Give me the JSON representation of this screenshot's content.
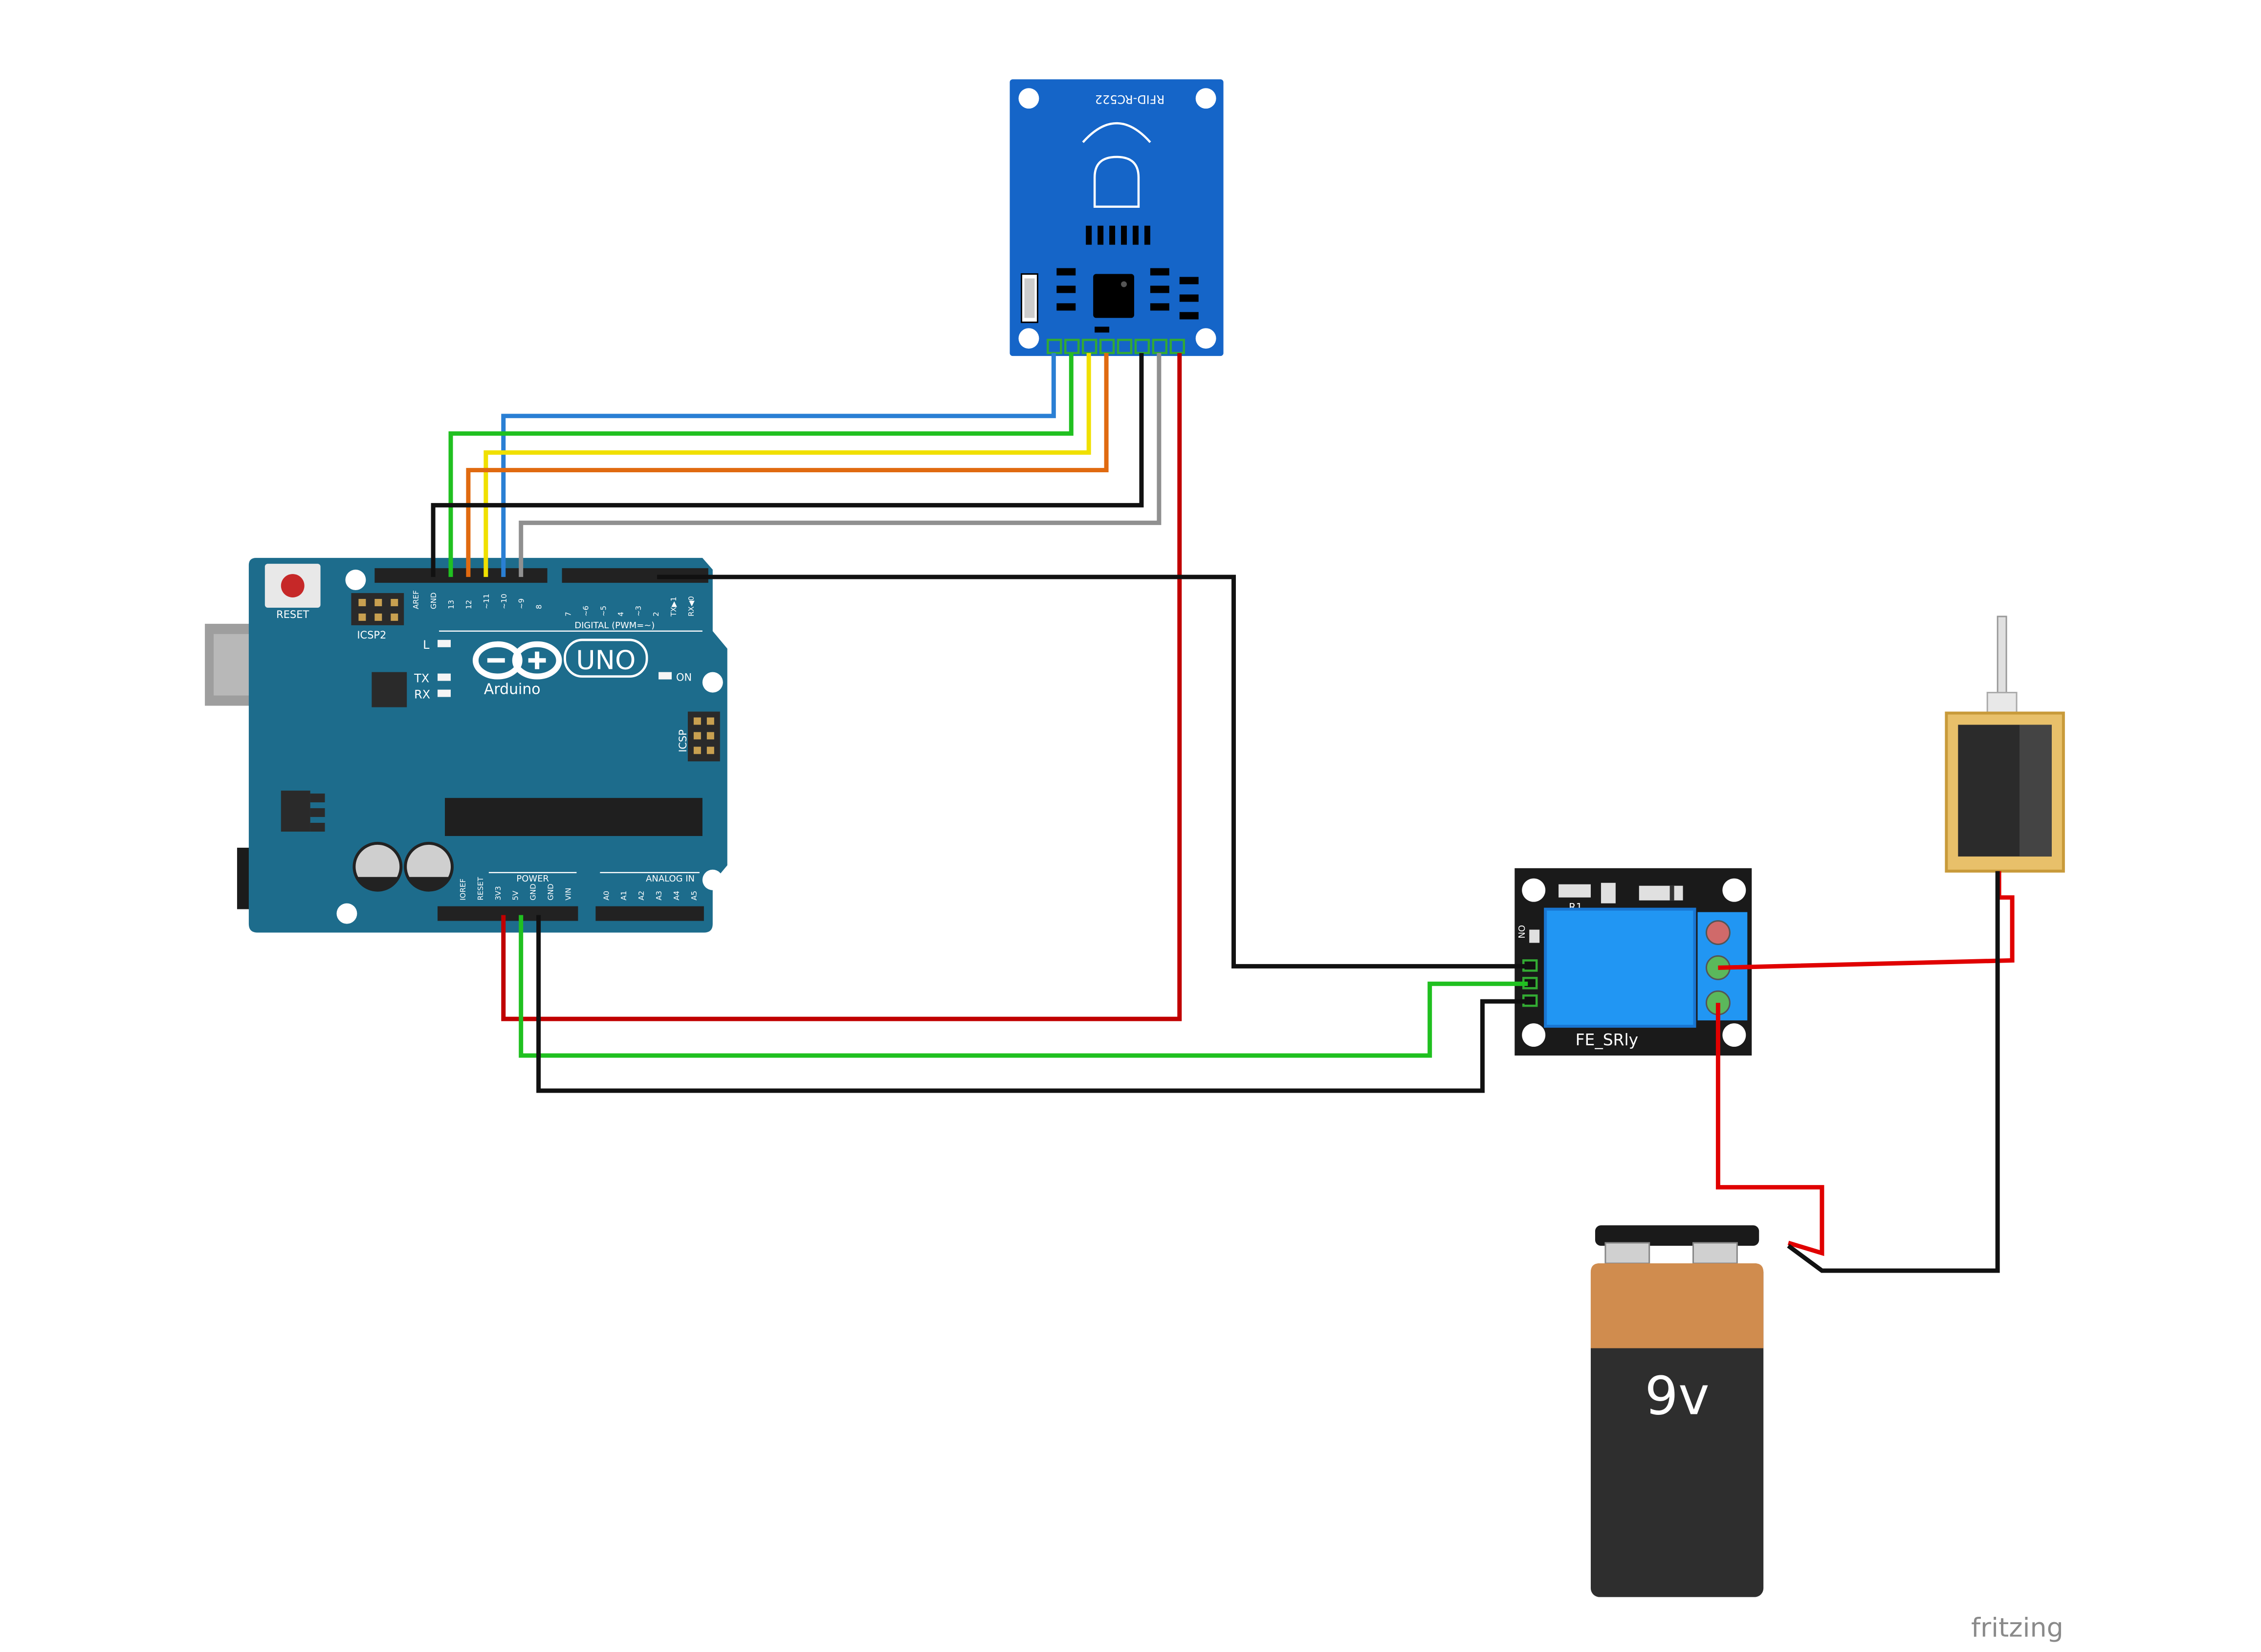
{
  "diagram": {
    "rfid": {
      "label": "RFID-RC522"
    },
    "arduino": {
      "reset_label": "RESET",
      "icsp2_label": "ICSP2",
      "icsp_label": "ICSP",
      "logo_text": "Arduino",
      "uno_text": "UNO",
      "led_l": "L",
      "led_tx": "TX",
      "led_rx": "RX",
      "led_on": "ON",
      "digital_header": "DIGITAL (PWM=~)",
      "power_header": "POWER",
      "analog_header": "ANALOG IN",
      "top_pins": [
        "AREF",
        "GND",
        "13",
        "12",
        "~11",
        "~10",
        "~9",
        "8",
        "7",
        "~6",
        "~5",
        "4",
        "~3",
        "2",
        "TX▶1",
        "RX◀0"
      ],
      "power_pins": [
        "IOREF",
        "RESET",
        "3V3",
        "5V",
        "GND",
        "GND",
        "VIN"
      ],
      "analog_pins": [
        "A0",
        "A1",
        "A2",
        "A3",
        "A4",
        "A5"
      ]
    },
    "relay": {
      "label": "FE_SRly",
      "r1": "R1",
      "no": "NO"
    },
    "battery": {
      "label": "9v"
    },
    "watermark": "fritzing",
    "colors": {
      "board_blue": "#1d6c8c",
      "rfid_blue": "#1565c8",
      "relay_blue": "#2196f3",
      "wire_red": "#e00000",
      "wire_dark_red": "#c00000",
      "wire_green": "#20c020",
      "wire_yellow": "#f0e000",
      "wire_orange": "#e06a10",
      "wire_blue": "#2a7fd4",
      "wire_gray": "#909090",
      "wire_black": "#111111",
      "battery_copper": "#d08c4e",
      "battery_black": "#2e2e2e",
      "solenoid_gold": "#e8c06a"
    }
  }
}
